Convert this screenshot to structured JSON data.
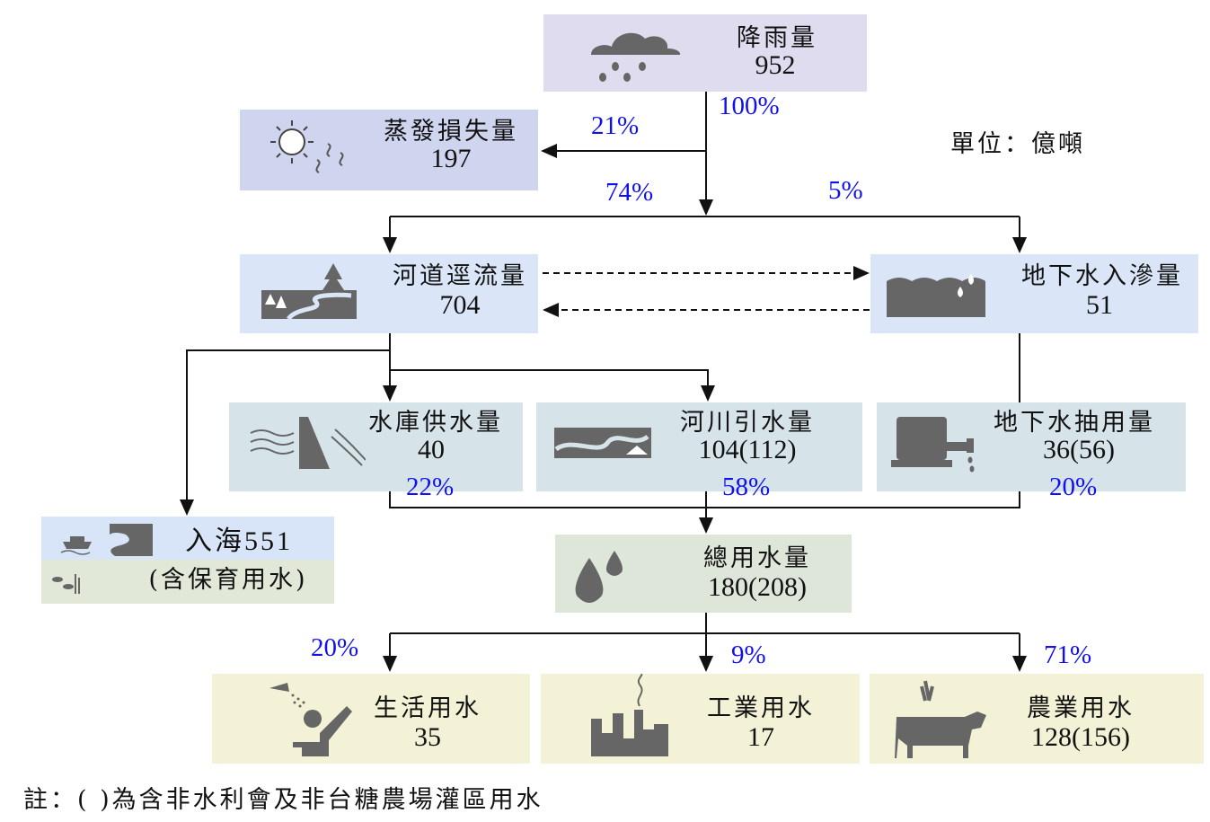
{
  "unit": "單位：億噸",
  "note": "註：(   )為含非水利會及非台糖農場灌區用水",
  "nodes": {
    "rain": {
      "label": "降雨量",
      "value": "952"
    },
    "evap": {
      "label": "蒸發損失量",
      "value": "197"
    },
    "river": {
      "label": "河道逕流量",
      "value": "704"
    },
    "groundwater_in": {
      "label": "地下水入滲量",
      "value": "51"
    },
    "reservoir": {
      "label": "水庫供水量",
      "value": "40"
    },
    "river_intake": {
      "label": "河川引水量",
      "value": "104(112)"
    },
    "groundwater_pump": {
      "label": "地下水抽用量",
      "value": "36(56)"
    },
    "sea": {
      "label": "入海551",
      "sub": "(含保育用水)"
    },
    "total": {
      "label": "總用水量",
      "value": "180(208)"
    },
    "domestic": {
      "label": "生活用水",
      "value": "35"
    },
    "industry": {
      "label": "工業用水",
      "value": "17"
    },
    "agriculture": {
      "label": "農業用水",
      "value": "128(156)"
    }
  },
  "percents": {
    "rain": "100%",
    "evap": "21%",
    "runoff": "74%",
    "infiltration": "5%",
    "reservoir": "22%",
    "river_intake": "58%",
    "pump": "20%",
    "domestic": "20%",
    "industry": "9%",
    "agriculture": "71%"
  },
  "colors": {
    "percent": "#1010ee",
    "icon": "#666666"
  }
}
